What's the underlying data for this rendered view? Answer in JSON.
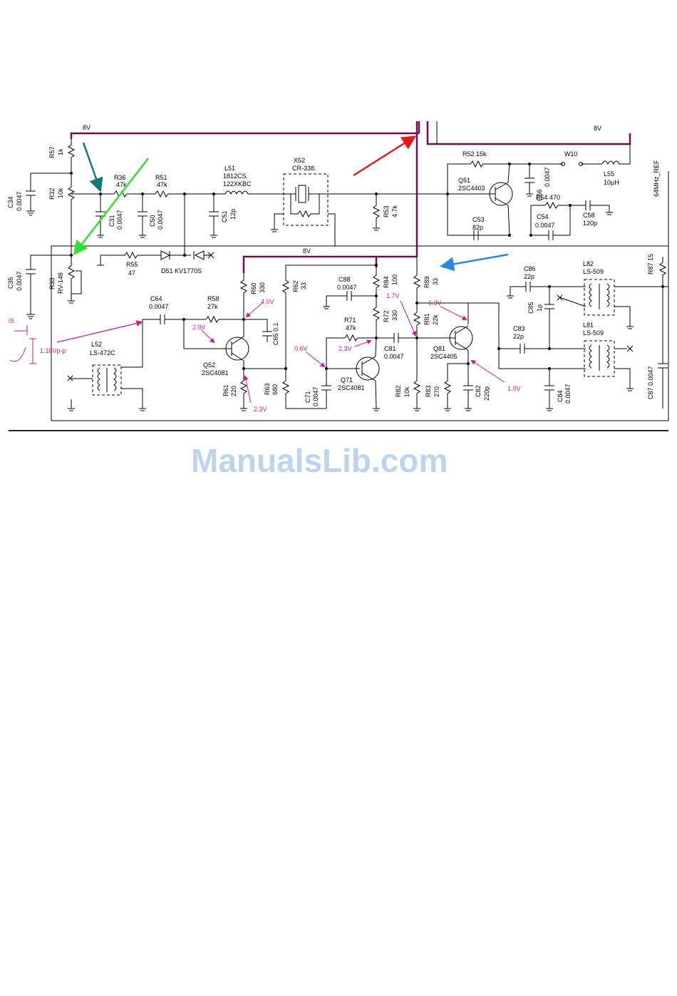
{
  "rail_labels": {
    "left": "8V",
    "right": "8V",
    "mid": "8V"
  },
  "net_label": "64MHz_REF",
  "watermark": "ManualsLib.com",
  "partial_text": "iS",
  "resistors": {
    "r57": [
      "R57",
      "1k"
    ],
    "r32": [
      "R32",
      "10k"
    ],
    "r33": [
      "R33",
      "RV-148"
    ],
    "r36": [
      "R36",
      "47k"
    ],
    "r51": [
      "R51",
      "47k"
    ],
    "r55": [
      "R55",
      "47"
    ],
    "r53": [
      "R53",
      "4.7k"
    ],
    "r52": [
      "R52 15k"
    ],
    "r54": [
      "R54 470"
    ],
    "r58": [
      "R58",
      "27k"
    ],
    "r60": [
      "R60",
      "330"
    ],
    "r61": [
      "R61",
      "220"
    ],
    "r63": [
      "R63",
      "680"
    ],
    "r62": [
      "R62",
      "33"
    ],
    "r84": [
      "R84",
      "100"
    ],
    "r72": [
      "R72",
      "330"
    ],
    "r71": [
      "R71",
      "47k"
    ],
    "r89": [
      "R89",
      "33"
    ],
    "r81": [
      "R81",
      "22k"
    ],
    "r82": [
      "R82",
      "10k"
    ],
    "r83": [
      "R83",
      "270"
    ],
    "r87": [
      "R87 15"
    ]
  },
  "capacitors": {
    "c34": [
      "C34",
      "0.0047"
    ],
    "c35": [
      "C35",
      "0.0047"
    ],
    "c31": [
      "C31",
      "0.0047"
    ],
    "c50": [
      "C50",
      "0.0047"
    ],
    "c51": [
      "C51",
      "12p"
    ],
    "c56": [
      "C56",
      "0.0047"
    ],
    "c53": [
      "C53",
      "82p"
    ],
    "c54": [
      "C54",
      "0.0047"
    ],
    "c58": [
      "C58",
      "120p"
    ],
    "c64": [
      "C64",
      "0.0047"
    ],
    "c65": [
      "C65 0.1"
    ],
    "c88": [
      "C88",
      "0.0047"
    ],
    "c71": [
      "C71",
      "0.0047"
    ],
    "c81": [
      "C81",
      "0.0047"
    ],
    "c82": [
      "C82",
      "220p"
    ],
    "c86": [
      "C86",
      "22p"
    ],
    "c85": [
      "C85",
      "1p"
    ],
    "c83": [
      "C83",
      "22p"
    ],
    "c84": [
      "C84",
      "0.0047"
    ],
    "c87": [
      "C87 0.0047"
    ]
  },
  "inductors": {
    "l51": [
      "L51",
      "1812CS.",
      "122XKBC"
    ],
    "l55": [
      "L55",
      "10µH"
    ],
    "l52": [
      "L52",
      "LS-472C"
    ],
    "l82": [
      "L82",
      "LS-509"
    ],
    "l81": [
      "L81",
      "LS-509"
    ]
  },
  "crystal": {
    "ref": "X52",
    "part": "CR-338."
  },
  "jumper": "W10",
  "diode": "D51 KV1770S",
  "transistors": {
    "q51": [
      "Q51",
      "2SC4403"
    ],
    "q52": [
      "Q52",
      "2SC4081"
    ],
    "q71": [
      "Q71",
      "2SC4081"
    ],
    "q81": [
      "Q81",
      "2SC4405"
    ]
  },
  "voltages": {
    "v40": "4.0V",
    "v29": "2.9V",
    "v23a": "2.3V",
    "v06": "0.6V",
    "v23b": "2.3V",
    "v17": "1.7V",
    "v63": "6.3V",
    "v10": "1.0V",
    "vpp": "1.18Vp-p"
  },
  "colors": {
    "rail": "#6b0f52",
    "annotation": "#c41f8f",
    "arrow_teal": "#117a72",
    "arrow_green": "#33dd33",
    "arrow_red": "#e11a1a",
    "arrow_blue": "#2a86e0",
    "watermark": "#bcd4ee"
  }
}
